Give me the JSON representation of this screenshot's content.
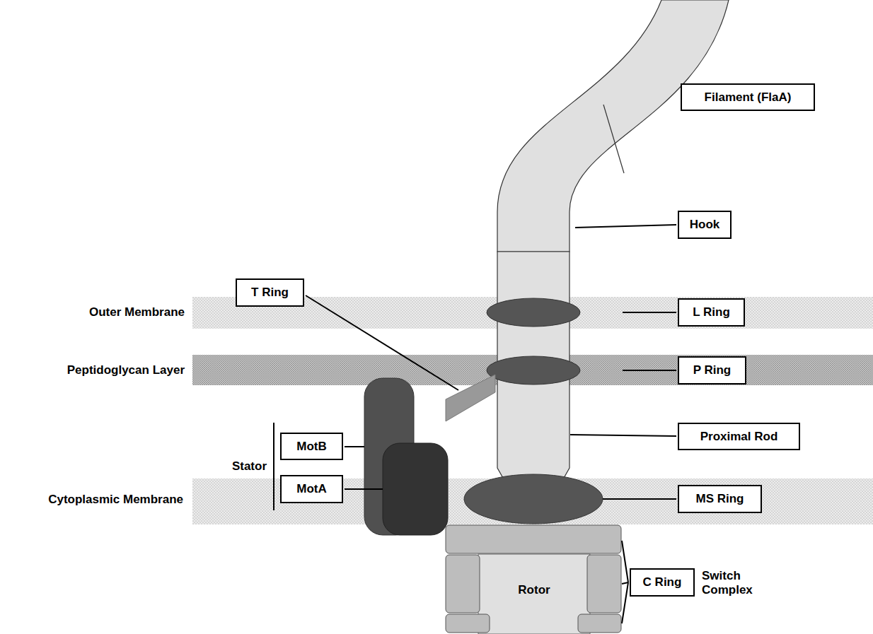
{
  "diagram": {
    "nodes": [
      {
        "text": [
          "Filament (FlaA)"
        ]
      },
      {
        "text": [
          "Hook"
        ]
      },
      {
        "text": [
          "L Ring"
        ]
      },
      {
        "text": [
          "T Ring"
        ]
      },
      {
        "text": [
          "P Ring"
        ]
      },
      {
        "text": [
          "MotB"
        ]
      },
      {
        "text": [
          "Proximal Rod"
        ]
      },
      {
        "text": [
          "MotA"
        ]
      },
      {
        "text": [
          "MS Ring"
        ]
      },
      {
        "text": [
          "Rotor"
        ]
      },
      {
        "text": [
          "C Ring"
        ]
      }
    ],
    "labels": [
      "Outer Membrane",
      "Peptidoglycan Layer",
      "Stator",
      "Cytoplasmic Membrane",
      "Switch Complex"
    ]
  }
}
